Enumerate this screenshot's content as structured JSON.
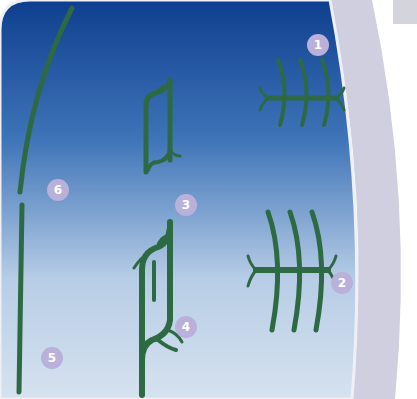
{
  "diagram": {
    "labels": [
      "1",
      "6",
      "3",
      "2",
      "4",
      "5"
    ]
  }
}
